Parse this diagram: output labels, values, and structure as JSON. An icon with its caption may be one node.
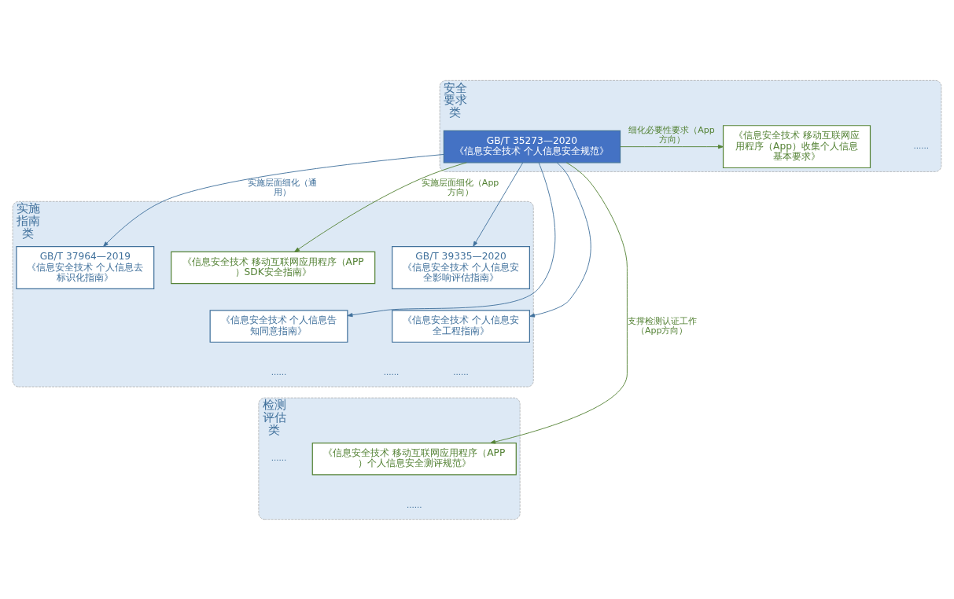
{
  "diagram": {
    "nodes": [
      {
        "text": [
          "安全要求类"
        ]
      },
      {
        "text": [
          "GB/T 35273—2020",
          "《信息安全技术 个人信息安全规范》"
        ],
        "in": 0
      },
      {
        "text": [
          "《信息安全技术 移动互联网应用程序（App）收集个人信息基本要求》"
        ],
        "in": 0
      },
      {
        "text": [
          "实施指南类"
        ]
      },
      {
        "text": [
          "GB/T 37964—2019",
          "《信息安全技术 个人信息去标识化指南》"
        ],
        "in": 3
      },
      {
        "text": [
          "GB/T 39335—2020",
          "《信息安全技术 个人信息安全影响评估指南》"
        ],
        "in": 3
      },
      {
        "text": [
          "《信息安全技术 个人信息告知同意指南》"
        ],
        "in": 3
      },
      {
        "text": [
          "《信息安全技术 个人信息安全工程指南》"
        ],
        "in": 3
      },
      {
        "text": [
          "《信息安全技术 移动互联网应用程序（APP）SDK安全指南》"
        ],
        "in": 3
      },
      {
        "text": [
          "检测评估类"
        ]
      },
      {
        "text": [
          "《信息安全技术 移动互联网应用程序（APP）个人信息安全测评规范》"
        ],
        "in": 9
      }
    ],
    "edges": [
      {
        "from": 1,
        "to": 2,
        "arrow": "to",
        "label": "细化必要性要求（App方向）",
        "color": "#548235"
      },
      {
        "from": 1,
        "to": 4,
        "arrow": "to",
        "label": "实施层面细化（通用）"
      },
      {
        "from": 1,
        "to": 5,
        "arrow": "to"
      },
      {
        "from": 1,
        "to": 6,
        "arrow": "to"
      },
      {
        "from": 1,
        "to": 7,
        "arrow": "to"
      },
      {
        "from": 1,
        "to": 8,
        "arrow": "to",
        "label": "实施层面细化（App方向）",
        "color": "#548235"
      },
      {
        "from": 1,
        "to": 10,
        "arrow": "to",
        "label": "支撑检测认证工作（App方向）",
        "color": "#548235"
      }
    ],
    "labels": [
      "……",
      "……",
      "……",
      "……",
      "……",
      "……"
    ]
  }
}
